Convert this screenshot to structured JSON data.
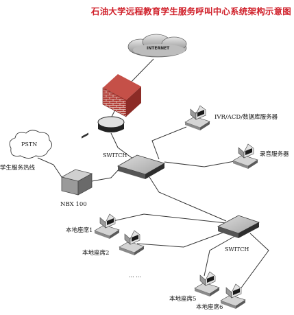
{
  "title": "石油大学远程教育学生服务呼叫中心系统架构示意图",
  "nodes": {
    "internet": {
      "label": "INTERNET"
    },
    "pstn": {
      "label": "PSTN"
    },
    "hotline": {
      "label": "学生服务热线"
    },
    "nbx": {
      "label": "NBX 100"
    },
    "switch_main": {
      "label": "SWITCH"
    },
    "switch_sub": {
      "label": "SWITCH"
    },
    "ivr_server": {
      "label": "IVR/ACD/数据库服务器"
    },
    "recording_server": {
      "label": "录音服务器"
    },
    "seat1": {
      "label": "本地座席1"
    },
    "seat2": {
      "label": "本地座席2"
    },
    "seat5": {
      "label": "本地座席5"
    },
    "seat6": {
      "label": "本地座席6"
    },
    "ellipsis": {
      "label": "... ..."
    }
  },
  "colors": {
    "title": "#d0202a",
    "line": "#333333",
    "device": "#a9a9a9",
    "firewall": "#b23c36"
  }
}
